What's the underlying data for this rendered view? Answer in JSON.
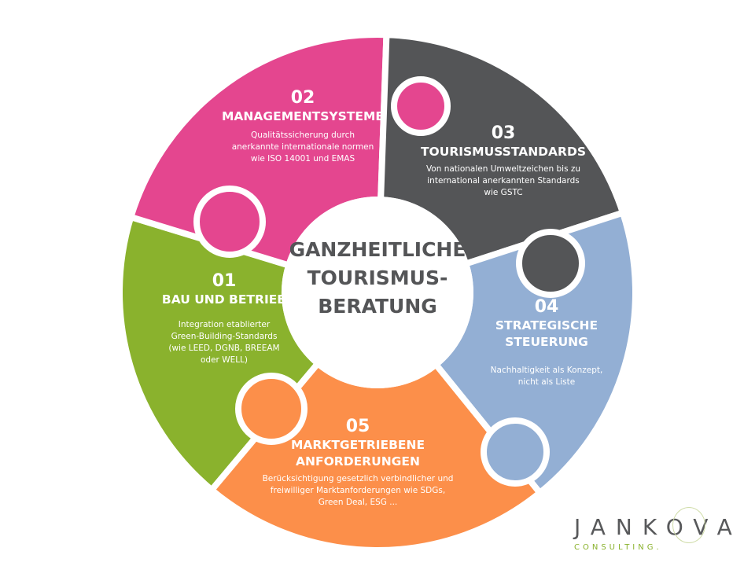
{
  "center": {
    "line1": "GANZHEITLICHE",
    "line2": "TOURISMUS-",
    "line3": "BERATUNG"
  },
  "segments": [
    {
      "number": "01",
      "title": "BAU UND BETRIEB",
      "description": "Integration etablierter Green-Building-Standards (wie LEED, DGNB, BREEAM oder WELL)",
      "color": "#8ab22d"
    },
    {
      "number": "02",
      "title": "MANAGEMENTSYSTEME",
      "description": "Qualitätssicherung durch anerkannte internationale normen wie ISO 14001 und EMAS",
      "color": "#e4468f"
    },
    {
      "number": "03",
      "title": "TOURISMUSSTANDARDS",
      "description": "Von nationalen Umweltzeichen bis zu international anerkannten Standards wie GSTC",
      "color": "#545557"
    },
    {
      "number": "04",
      "title_line1": "STRATEGISCHE",
      "title_line2": "STEUERUNG",
      "description": "Nachhaltigkeit als Konzept, nicht als Liste",
      "color": "#93afd4"
    },
    {
      "number": "05",
      "title_line1": "MARKTGETRIEBENE",
      "title_line2": "ANFORDERUNGEN",
      "description": "Berücksichtigung gesetzlich verbindlicher und freiwilliger Marktanforderungen wie SDGs, Green Deal, ESG ...",
      "color": "#fc8f4a"
    }
  ],
  "logo": {
    "name": "JANKOVA",
    "sub": "CONSULTING."
  }
}
